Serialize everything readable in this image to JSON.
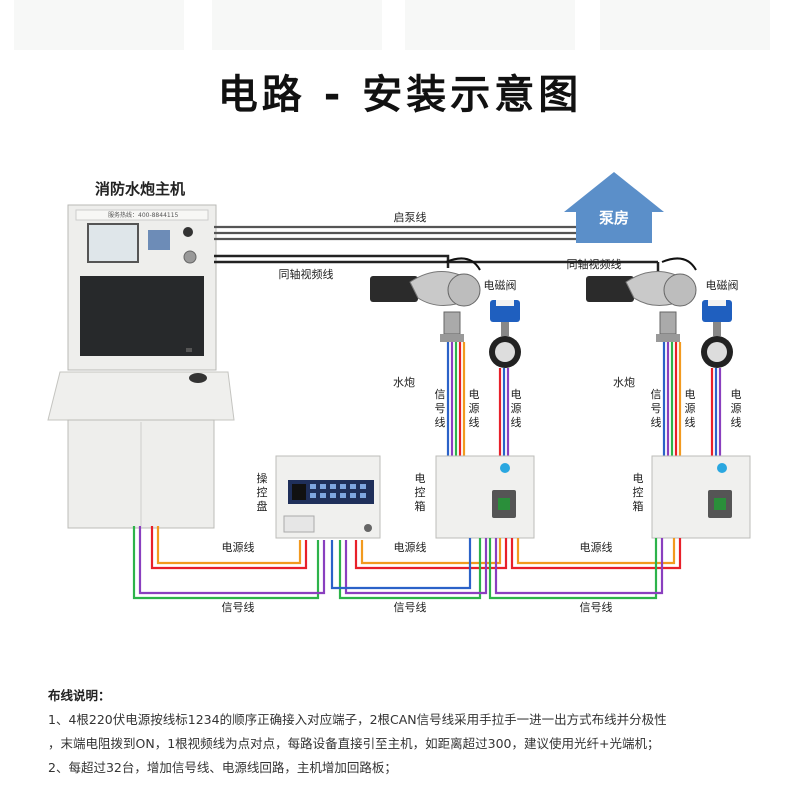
{
  "title": "电路 - 安装示意图",
  "host_label": "消防水炮主机",
  "host_panel_text": "服务热线：400-8844115",
  "pump_room": "泵房",
  "wire_labels": {
    "start_pump": "启泵线",
    "coax_video_1": "同轴视频线",
    "coax_video_2": "同轴视频线",
    "solenoid_1": "电磁阀",
    "solenoid_2": "电磁阀",
    "water_cannon_1": "水炮",
    "water_cannon_2": "水炮",
    "signal_v": "信号线",
    "power_v": "电源线",
    "control_panel": "操控盘",
    "control_box": "电控箱",
    "power_h": "电源线",
    "signal_h": "信号线"
  },
  "notes": {
    "heading": "布线说明：",
    "line1": "1、4根220伏电源按线标1234的顺序正确接入对应端子，2根CAN信号线采用手拉手一进一出方式布线并分极性",
    "line2": "，末端电阻拨到ON，1根视频线为点对点，每路设备直接引至主机，如距离超过300，建议使用光纤+光端机；",
    "line3": "2、每超过32台，增加信号线、电源线回路，主机增加回路板；"
  },
  "colors": {
    "pump_house": "#5b8fc9",
    "power_red": "#e8202a",
    "power_orange": "#f29a1f",
    "signal_green": "#2db34a",
    "signal_purple": "#8a3fbf",
    "signal_blue": "#2b62c8",
    "coax_black": "#222222"
  }
}
